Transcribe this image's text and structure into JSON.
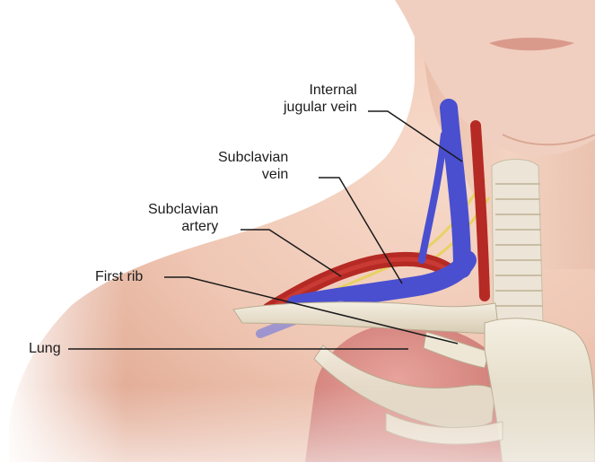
{
  "labels": {
    "internal_jugular_vein": [
      "Internal",
      "jugular vein"
    ],
    "subclavian_vein": [
      "Subclavian",
      "vein"
    ],
    "subclavian_artery": [
      "Subclavian",
      "artery"
    ],
    "first_rib": "First rib",
    "lung": "Lung"
  },
  "colors": {
    "skin": "#efc7b4",
    "artery": "#b52a24",
    "vein": "#4a4fd0",
    "bone": "#e8e0cc",
    "lung": "#d98d86",
    "leader": "#1a1a1a"
  }
}
